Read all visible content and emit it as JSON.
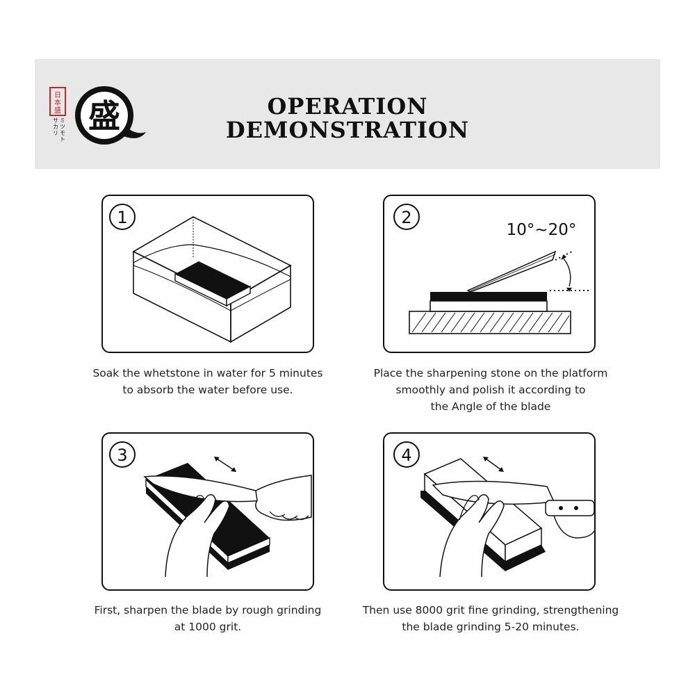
{
  "header": {
    "title_line1": "OPERATION",
    "title_line2": "DEMONSTRATION",
    "logo": {
      "seal_text": "日本盛",
      "emblem_char": "盛",
      "kana_left": "サカリ",
      "kana_right": "ミツモト"
    }
  },
  "steps": [
    {
      "number": "①",
      "caption": [
        "Soak the whetstone in water for 5 minutes",
        "to absorb the water before use."
      ]
    },
    {
      "number": "②",
      "angle_label": "10°~20°",
      "caption": [
        "Place the sharpening stone on the platform",
        "smoothly and polish it according to",
        "the Angle of the blade"
      ]
    },
    {
      "number": "③",
      "caption": [
        "First, sharpen the blade by rough grinding",
        "at 1000 grit."
      ]
    },
    {
      "number": "④",
      "caption": [
        "Then use 8000 grit fine grinding, strengthening",
        "the blade grinding 5-20 minutes."
      ]
    }
  ]
}
